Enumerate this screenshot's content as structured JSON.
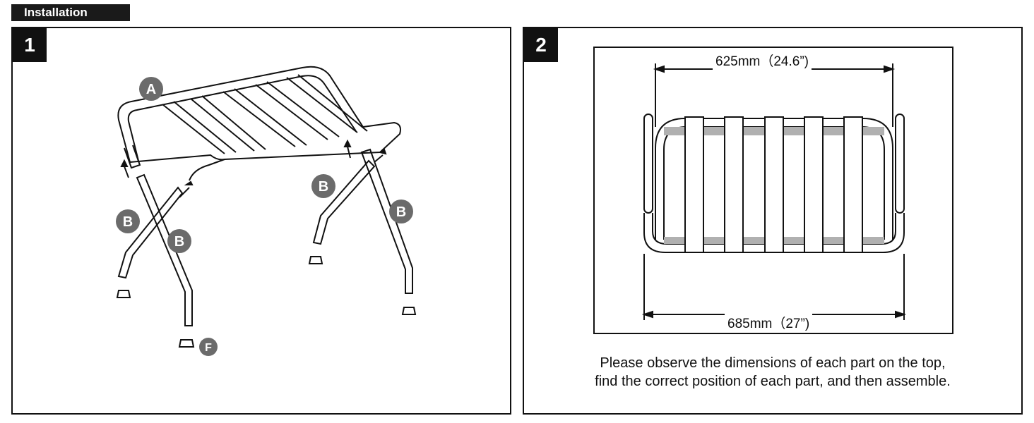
{
  "header": {
    "title": "Installation"
  },
  "step1": {
    "number": "1",
    "labels": {
      "a": "A",
      "b": "B",
      "f": "F"
    }
  },
  "step2": {
    "number": "2",
    "top_dimension": "625mm（24.6”)",
    "bottom_dimension": "685mm（27”)",
    "instruction_line1": "Please observe the dimensions of each part on the top,",
    "instruction_line2": "find the correct position of each part, and then assemble."
  },
  "colors": {
    "badge": "#111111",
    "label_circle": "#6b6b6b",
    "strap_shade": "#b0b0b0"
  }
}
